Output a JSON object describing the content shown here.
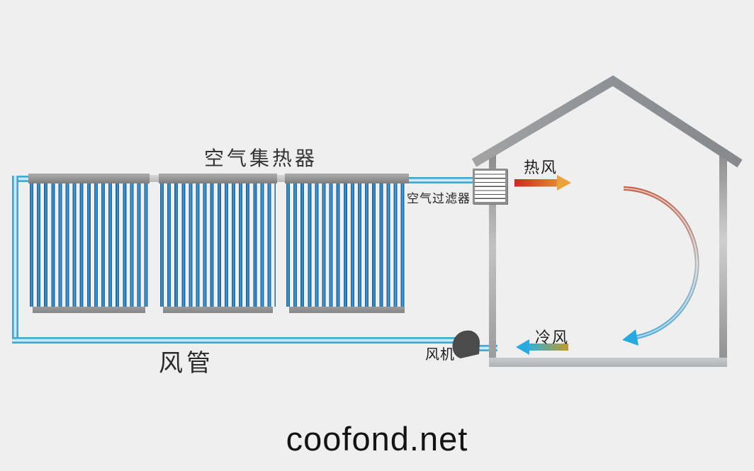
{
  "labels": {
    "collector": "空气集热器",
    "filter": "空气过滤器",
    "hot_air": "热风",
    "cold_air": "冷风",
    "fan": "风机",
    "duct": "风管",
    "watermark": "coofond.net"
  },
  "components": {
    "collector_panels": 3,
    "description": "solar air collector heating a house: duct loop with fan, filter, hot air in at top, cold air return at bottom, circulation arc inside house"
  },
  "colors": {
    "background": "#efeff0",
    "pipe_edge": "#3fa9d2",
    "pipe_core": "#e7f6fb",
    "tube_dark": "#1e6ba3",
    "tube_light": "#4c95c5",
    "frame_gray": "#949494",
    "hot_arrow_start": "#cd291e",
    "hot_arrow_end": "#e8a33d",
    "cold_arrow_head": "#29abe2",
    "cold_arrow_tail": "#c09a2e",
    "arc_top": "#bf5f49",
    "arc_bottom": "#4aa8d8",
    "fan_body": "#4b4b4b"
  }
}
